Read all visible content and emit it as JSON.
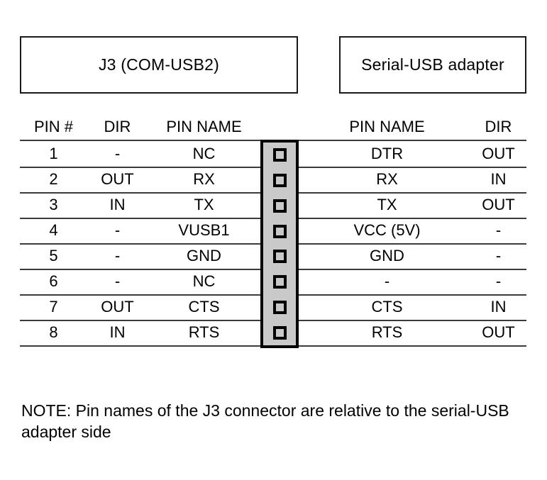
{
  "headers": {
    "left_box": "J3 (COM-USB2)",
    "right_box": "Serial-USB adapter"
  },
  "columns": {
    "pin_number": "PIN #",
    "dir_left": "DIR",
    "pin_name_left": "PIN NAME",
    "pin_name_right": "PIN NAME",
    "dir_right": "DIR"
  },
  "connector": {
    "pin_count": 8,
    "body_color": "#c9c9c9",
    "outline_color": "#000000"
  },
  "rows": [
    {
      "pin": "1",
      "dir_left": "-",
      "name_left": "NC",
      "name_right": "DTR",
      "dir_right": "OUT"
    },
    {
      "pin": "2",
      "dir_left": "OUT",
      "name_left": "RX",
      "name_right": "RX",
      "dir_right": "IN"
    },
    {
      "pin": "3",
      "dir_left": "IN",
      "name_left": "TX",
      "name_right": "TX",
      "dir_right": "OUT"
    },
    {
      "pin": "4",
      "dir_left": "-",
      "name_left": "VUSB1",
      "name_right": "VCC (5V)",
      "dir_right": "-"
    },
    {
      "pin": "5",
      "dir_left": "-",
      "name_left": "GND",
      "name_right": "GND",
      "dir_right": "-"
    },
    {
      "pin": "6",
      "dir_left": "-",
      "name_left": "NC",
      "name_right": "-",
      "dir_right": "-"
    },
    {
      "pin": "7",
      "dir_left": "OUT",
      "name_left": "CTS",
      "name_right": "CTS",
      "dir_right": "IN"
    },
    {
      "pin": "8",
      "dir_left": "IN",
      "name_left": "RTS",
      "name_right": "RTS",
      "dir_right": "OUT"
    }
  ],
  "note": "NOTE: Pin names of the J3 connector are relative to the serial-USB adapter side"
}
